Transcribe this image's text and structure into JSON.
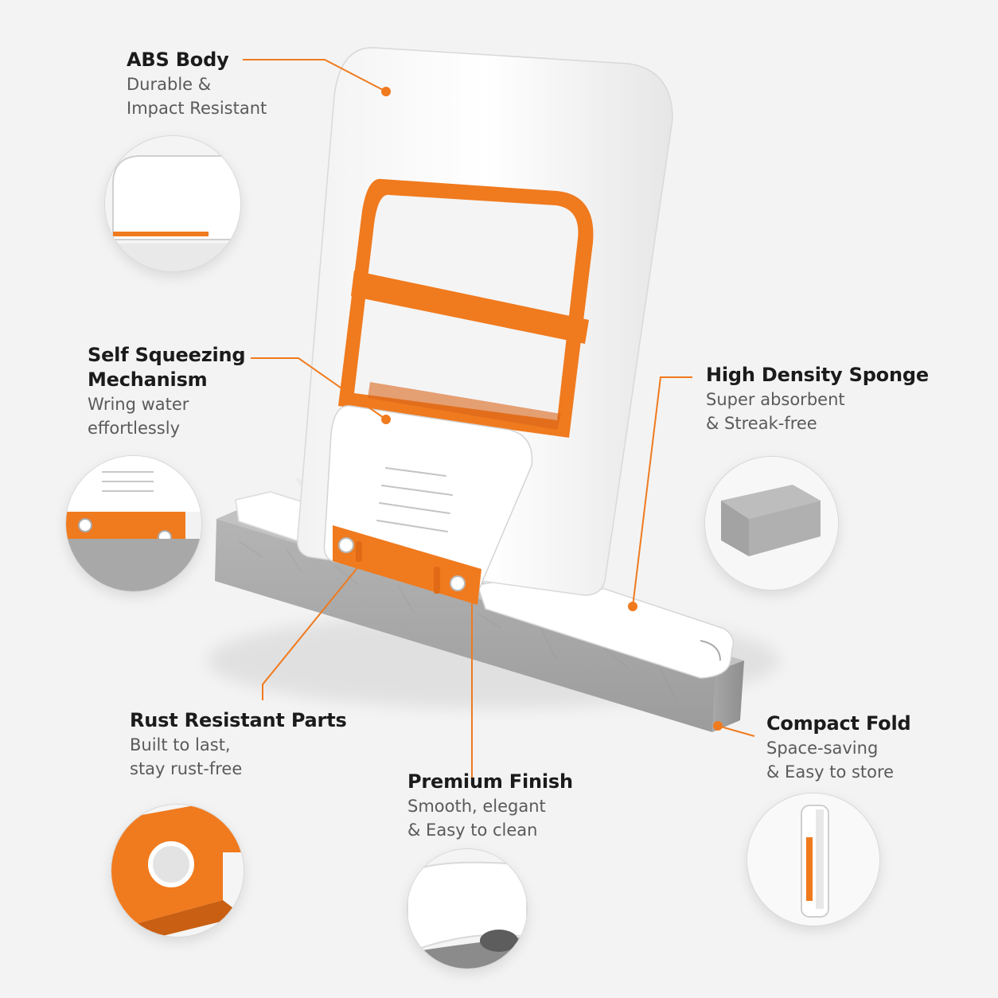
{
  "colors": {
    "accent": "#f07a1e",
    "body_white": "#ffffff",
    "sponge_gray": "#a9a9a9",
    "background": "#f3f3f3"
  },
  "callouts": {
    "abs_body": {
      "title": "ABS Body",
      "desc": [
        "Durable &",
        "Impact Resistant"
      ]
    },
    "self_squeezing": {
      "title": [
        "Self Squeezing",
        "Mechanism"
      ],
      "desc": [
        "Wring water",
        "effortlessly"
      ]
    },
    "high_density": {
      "title": "High Density Sponge",
      "desc": [
        "Super absorbent",
        "& Streak-free"
      ]
    },
    "rust_resistant": {
      "title": "Rust Resistant Parts",
      "desc": [
        "Built to last,",
        "stay rust-free"
      ]
    },
    "premium_finish": {
      "title": "Premium Finish",
      "desc": [
        "Smooth, elegant",
        "& Easy to clean"
      ]
    },
    "compact_fold": {
      "title": "Compact Fold",
      "desc": [
        "Space-saving",
        "& Easy to store"
      ]
    }
  }
}
